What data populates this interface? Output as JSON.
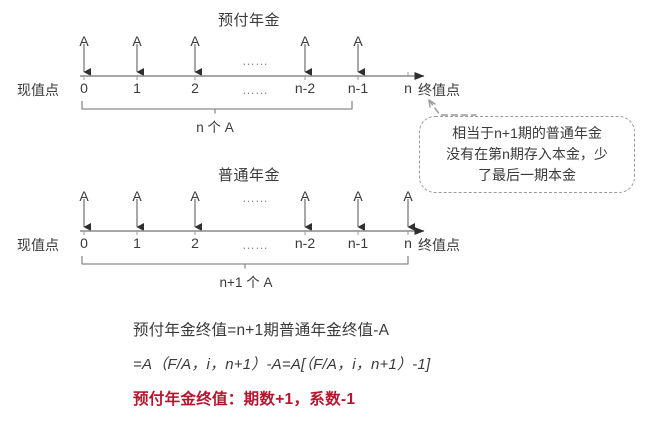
{
  "diagram": {
    "present_value_label": "现值点",
    "future_value_label": "终值点",
    "ellipsis": "……",
    "cash_flow_symbol": "A",
    "timelines": [
      {
        "title": "预付年金",
        "ticks": [
          "0",
          "1",
          "2",
          "……",
          "n-2",
          "n-1",
          "n"
        ],
        "arrow_labels": [
          "A",
          "A",
          "A",
          "A",
          "A"
        ],
        "brace_label": "n 个 A"
      },
      {
        "title": "普通年金",
        "ticks": [
          "0",
          "1",
          "2",
          "……",
          "n-2",
          "n-1",
          "n"
        ],
        "arrow_labels": [
          "A",
          "A",
          "A",
          "A",
          "A",
          "A"
        ],
        "brace_label": "n+1 个 A"
      }
    ],
    "callout": {
      "lines": [
        "相当于n+1期的普通年金",
        "没有在第n期存入本金，少",
        "了最后一期本金"
      ]
    },
    "formulas": {
      "line1": "预付年金终值=n+1期普通年金终值-A",
      "line2": "=A（F/A，i，n+1）-A=A[（F/A，i，n+1）-1]",
      "conclusion": "预付年金终值：期数+1，系数-1"
    },
    "colors": {
      "text": "#3a3a3a",
      "line": "#7a7a7a",
      "accent_red": "#b5172f",
      "dots": "#8a8a8a"
    }
  }
}
